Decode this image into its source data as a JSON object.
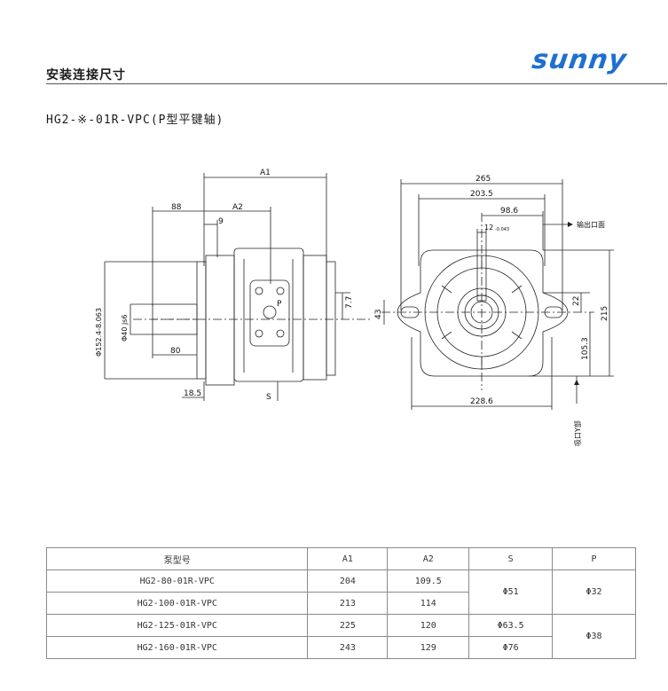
{
  "header": {
    "section_title": "安装连接尺寸",
    "brand": "sunny"
  },
  "model_title": "HG2-※-01R-VPC(P型平键轴)",
  "drawing": {
    "side_view": {
      "A1": "A1",
      "dim_88": "88",
      "A2": "A2",
      "dim_9": "9",
      "dim_7_7": "7.7",
      "flange_dia": "Φ152.4-8.063",
      "shaft_dia": "Φ40 js6",
      "dim_80": "80",
      "dim_18_5": "18.5",
      "port_S": "S",
      "port_P": "P"
    },
    "front_view": {
      "dim_265": "265",
      "dim_203_5": "203.5",
      "dim_98_6": "98.6",
      "dim_12": "12",
      "dim_12_tol": "-0.043",
      "outlet_label": "输出口面",
      "dim_43": "43",
      "dim_22": "22",
      "dim_215": "215",
      "dim_105_3": "105.3",
      "dim_228_6": "228.6",
      "inlet_label": "吸口Y部"
    }
  },
  "table": {
    "headers": [
      "泵型号",
      "A1",
      "A2",
      "S",
      "P"
    ],
    "rows": [
      {
        "model": "HG2-80-01R-VPC",
        "A1": "204",
        "A2": "109.5"
      },
      {
        "model": "HG2-100-01R-VPC",
        "A1": "213",
        "A2": "114"
      },
      {
        "model": "HG2-125-01R-VPC",
        "A1": "225",
        "A2": "120"
      },
      {
        "model": "HG2-160-01R-VPC",
        "A1": "243",
        "A2": "129"
      }
    ],
    "S_values": [
      "Φ51",
      "Φ63.5",
      "Φ76"
    ],
    "P_values": [
      "Φ32",
      "Φ38"
    ]
  },
  "colors": {
    "brand": "#1e6fd0",
    "line": "#222222"
  }
}
